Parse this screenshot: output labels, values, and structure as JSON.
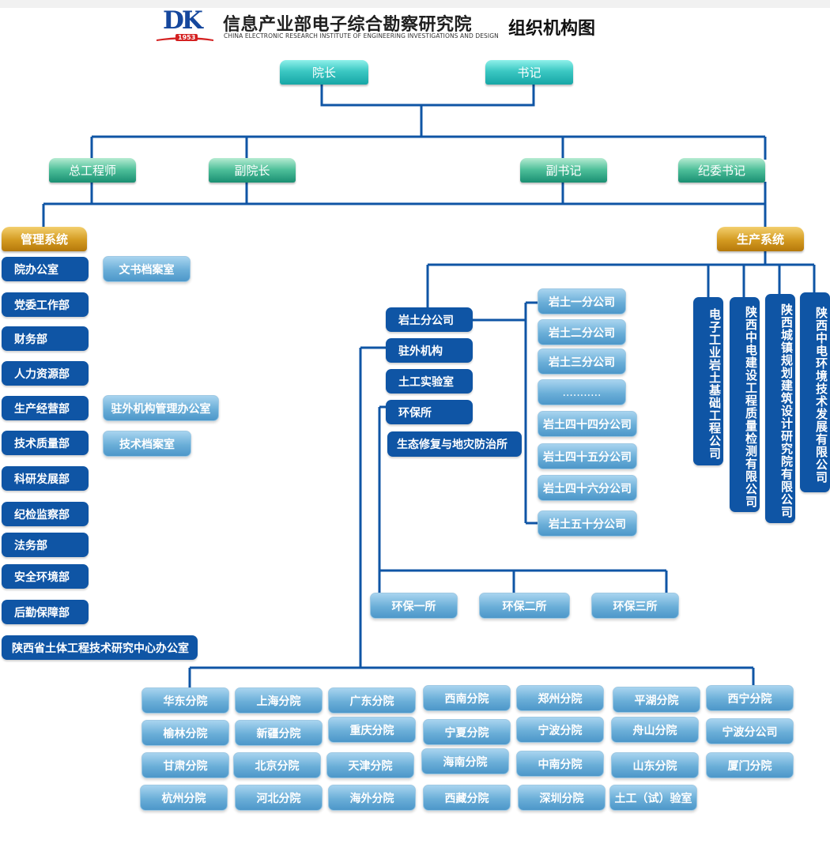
{
  "header": {
    "logo_text": "DK",
    "logo_year": "1953",
    "institute_cn": "信息产业部电子综合勘察研究院",
    "institute_en": "CHINA ELECTRONIC RESEARCH INSTITUTE OF ENGINEERING INVESTIGATIONS AND DESIGN",
    "chart_title": "组织机构图"
  },
  "leadership": {
    "president": "院长",
    "secretary": "书记"
  },
  "deputies": {
    "chief_engineer": "总工程师",
    "vice_president": "副院长",
    "deputy_secretary": "副书记",
    "discipline_secretary": "纪委书记"
  },
  "systems": {
    "management": "管理系统",
    "production": "生产系统"
  },
  "management_depts": [
    "院办公室",
    "党委工作部",
    "财务部",
    "人力资源部",
    "生产经营部",
    "技术质量部",
    "科研发展部",
    "纪检监察部",
    "法务部",
    "安全环境部",
    "后勤保障部",
    "陕西省土体工程技术研究中心办公室"
  ],
  "management_subs": {
    "archives": "文书档案室",
    "outpost_office": "驻外机构管理办公室",
    "tech_archives": "技术档案室"
  },
  "production_units": {
    "geotech": "岩土分公司",
    "outposts": "驻外机构",
    "soil_lab": "土工实验室",
    "env": "环保所",
    "eco": "生态修复与地灾防治所"
  },
  "geotech_branches": [
    "岩土一分公司",
    "岩土二分公司",
    "岩土三分公司",
    "...........",
    "岩土四十四分公司",
    "岩土四十五分公司",
    "岩土四十六分公司",
    "岩土五十分公司"
  ],
  "env_branches": [
    "环保一所",
    "环保二所",
    "环保三所"
  ],
  "subsidiaries": [
    "电子工业岩土基础工程公司",
    "陕西中电建设工程质量检测有限公司",
    "陕西城镇规划建筑设计研究院有限公司",
    "陕西中电环境技术发展有限公司"
  ],
  "regional_branches": [
    [
      "华东分院",
      "上海分院",
      "广东分院",
      "西南分院",
      "郑州分院",
      "平湖分院",
      "西宁分院"
    ],
    [
      "榆林分院",
      "新疆分院",
      "重庆分院",
      "宁夏分院",
      "宁波分院",
      "舟山分院",
      "宁波分公司"
    ],
    [
      "甘肃分院",
      "北京分院",
      "天津分院",
      "海南分院",
      "中南分院",
      "山东分院",
      "厦门分院"
    ],
    [
      "杭州分院",
      "河北分院",
      "海外分院",
      "西藏分院",
      "深圳分院",
      "土工（试）验室"
    ]
  ],
  "colors": {
    "line": "#0f55a5",
    "navy": "#0f55a5",
    "teal": "#2fbcb8",
    "green": "#3fb58c",
    "gold": "#c98b15",
    "sky": "#6aaed8"
  }
}
